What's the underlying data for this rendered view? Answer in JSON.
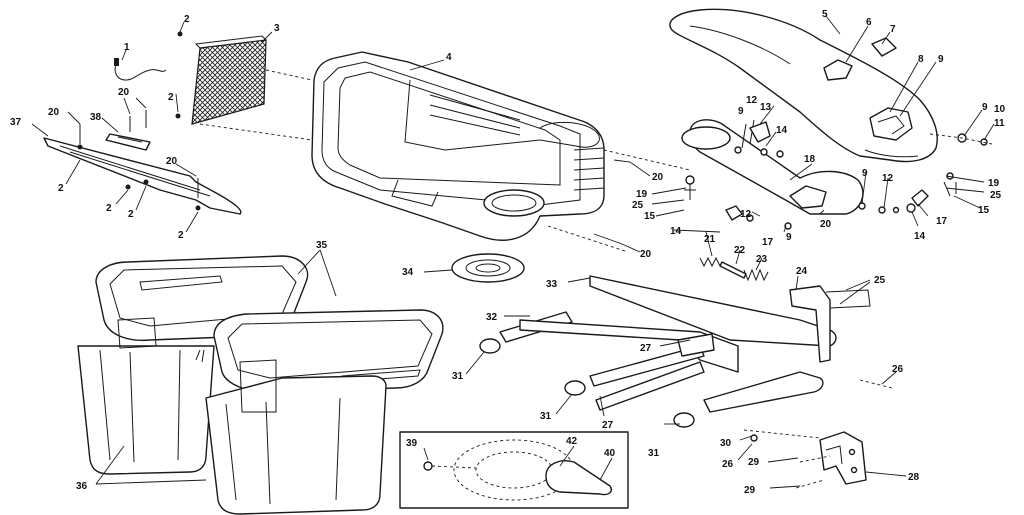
{
  "callouts": {
    "c1": "1",
    "c2a": "2",
    "c2b": "2",
    "c2c": "2",
    "c2d": "2",
    "c2e": "2",
    "c2f": "2",
    "c3": "3",
    "c4": "4",
    "c5": "5",
    "c6": "6",
    "c7": "7",
    "c8": "8",
    "c9a": "9",
    "c9b": "9",
    "c9c": "9",
    "c9d": "9",
    "c10": "10",
    "c11": "11",
    "c12a": "12",
    "c12b": "12",
    "c12c": "12",
    "c13": "13",
    "c14a": "14",
    "c14b": "14",
    "c14c": "14",
    "c15a": "15",
    "c15b": "15",
    "c17a": "17",
    "c17b": "17",
    "c18": "18",
    "c19a": "19",
    "c19b": "19",
    "c20a": "20",
    "c20b": "20",
    "c20c": "20",
    "c20d": "20",
    "c20e": "20",
    "c20f": "20",
    "c21": "21",
    "c22": "22",
    "c23": "23",
    "c24": "24",
    "c25a": "25",
    "c25b": "25",
    "c25c": "25",
    "c26a": "26",
    "c26b": "26",
    "c27a": "27",
    "c27b": "27",
    "c28": "28",
    "c29a": "29",
    "c29b": "29",
    "c30": "30",
    "c31a": "31",
    "c31b": "31",
    "c31c": "31",
    "c32": "32",
    "c33": "33",
    "c34": "34",
    "c35": "35",
    "c36": "36",
    "c37": "37",
    "c38": "38",
    "c39": "39",
    "c40": "40",
    "c42": "42"
  }
}
